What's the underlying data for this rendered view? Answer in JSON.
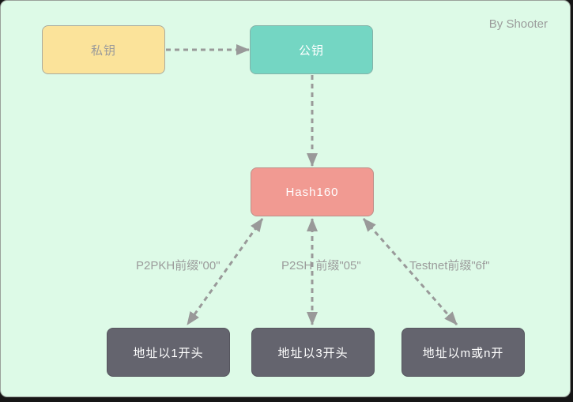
{
  "credit": "By Shooter",
  "colors": {
    "canvas_background": "#ddfae7",
    "outside_background": "#161616",
    "panel_border": "#9aa19b",
    "private_key_fill": "#fbe39a",
    "public_key_fill": "#74d6c3",
    "hash160_fill": "#f19a92",
    "address_fill": "#64646e",
    "arrow": "#999999",
    "gray_text": "#9b9b9b",
    "white_text": "#ffffff"
  },
  "nodes": [
    {
      "id": "private-key",
      "label": "私钥"
    },
    {
      "id": "public-key",
      "label": "公钥"
    },
    {
      "id": "hash160",
      "label": "Hash160"
    },
    {
      "id": "address-1",
      "label": "地址以1开头"
    },
    {
      "id": "address-3",
      "label": "地址以3开头"
    },
    {
      "id": "address-mn",
      "label": "地址以m或n开"
    }
  ],
  "edges": [
    {
      "from": "private-key",
      "to": "public-key",
      "direction": "one-way",
      "label": ""
    },
    {
      "from": "public-key",
      "to": "hash160",
      "direction": "one-way",
      "label": ""
    },
    {
      "from": "hash160",
      "to": "address-1",
      "direction": "two-way",
      "label": "P2PKH前缀\"00\""
    },
    {
      "from": "hash160",
      "to": "address-3",
      "direction": "two-way",
      "label": "P2SH 前缀\"05\""
    },
    {
      "from": "hash160",
      "to": "address-mn",
      "direction": "two-way",
      "label": "Testnet前缀\"6f\""
    }
  ]
}
